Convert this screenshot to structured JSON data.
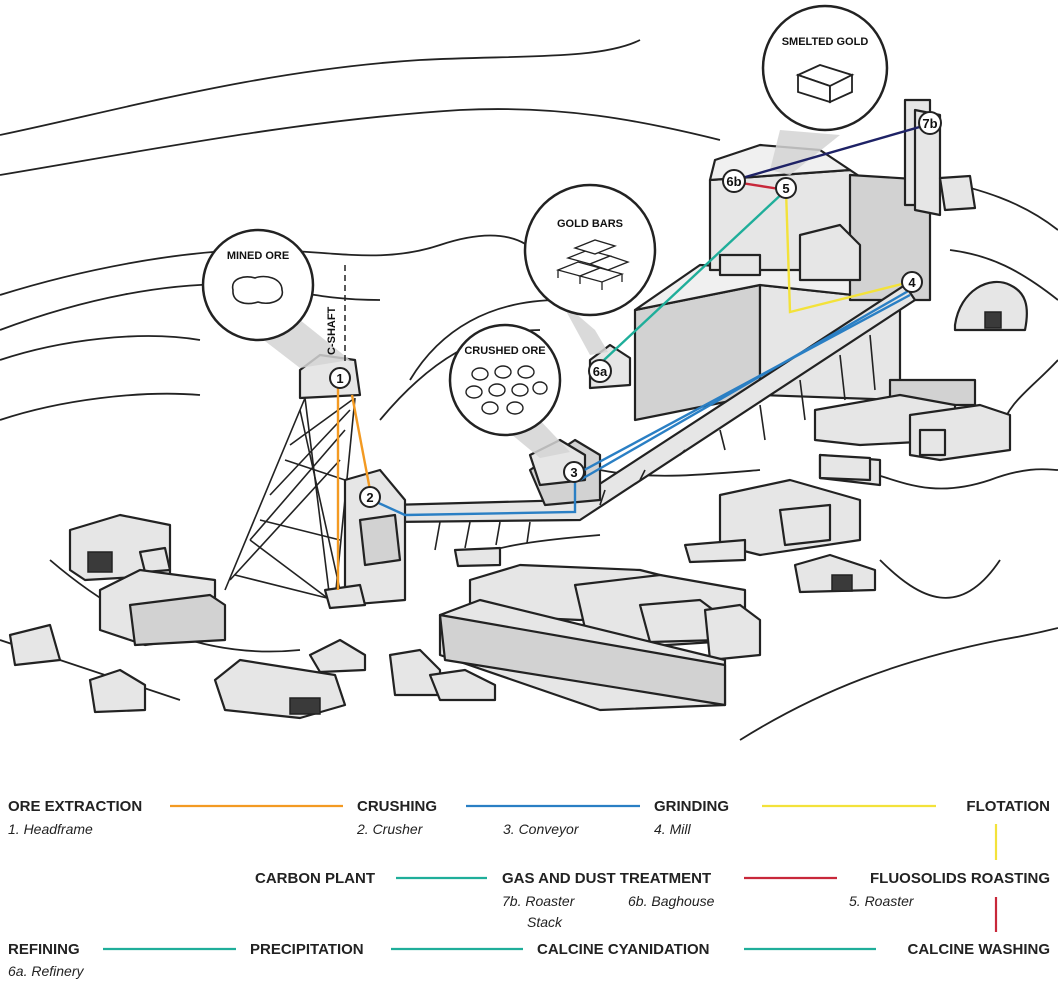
{
  "diagram": {
    "shaft_label": "C-SHAFT",
    "bubbles": [
      {
        "id": "mined-ore",
        "title": "MINED ORE"
      },
      {
        "id": "crushed-ore",
        "title": "CRUSHED ORE"
      },
      {
        "id": "gold-bars",
        "title": "GOLD BARS"
      },
      {
        "id": "smelted-gold",
        "title": "SMELTED GOLD"
      }
    ],
    "markers": [
      "1",
      "2",
      "3",
      "4",
      "5",
      "6a",
      "6b",
      "7b"
    ]
  },
  "flow": {
    "colors": {
      "orange": "#f39a22",
      "blue": "#2a7fc4",
      "yellow": "#f3e23a",
      "red": "#c8283a",
      "teal": "#1fae9a",
      "navy": "#1e2266"
    },
    "row1": {
      "steps": [
        "ORE EXTRACTION",
        "CRUSHING",
        "GRINDING",
        "FLOTATION"
      ],
      "subs": [
        "1. Headframe",
        "2. Crusher",
        "3. Conveyor",
        "4. Mill"
      ]
    },
    "row2": {
      "steps": [
        "CARBON PLANT",
        "GAS AND DUST TREATMENT",
        "FLUOSOLIDS ROASTING"
      ],
      "subs": [
        "7b. Roaster",
        "Stack",
        "6b. Baghouse",
        "5. Roaster"
      ]
    },
    "row3": {
      "steps": [
        "REFINING",
        "PRECIPITATION",
        "CALCINE CYANIDATION",
        "CALCINE WASHING"
      ],
      "subs": [
        "6a. Refinery"
      ]
    }
  }
}
